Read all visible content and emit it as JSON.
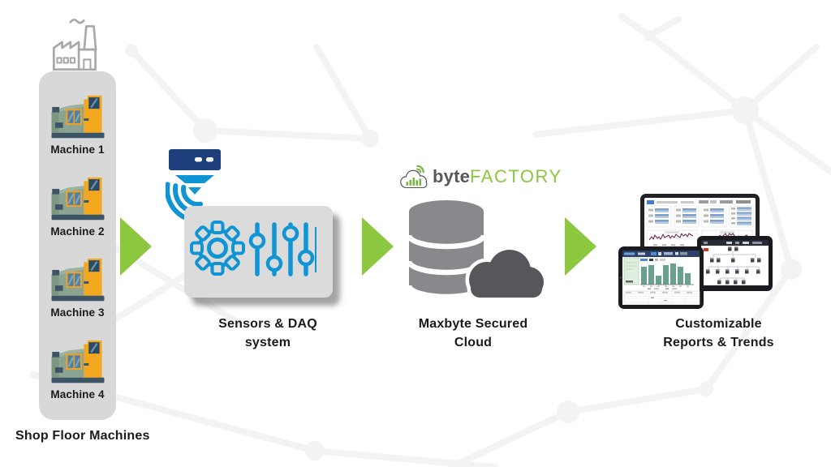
{
  "stage1": {
    "factory_icon": "factory-outline-icon",
    "machines": [
      "Machine 1",
      "Machine 2",
      "Machine 3",
      "Machine 4"
    ],
    "caption": "Shop Floor Machines"
  },
  "stage2": {
    "sensor_icon": "iot-gateway-sensor-icon",
    "panel_icon": "gear-and-sliders-panel-icon",
    "caption": "Sensors & DAQ\nsystem"
  },
  "stage3": {
    "logo": {
      "icon": "cloud-bars-signal-icon",
      "byte": "byte",
      "factory": "FACTORY"
    },
    "icons": [
      "database-cylinder-icon",
      "cloud-icon"
    ],
    "caption": "Maxbyte Secured\nCloud"
  },
  "stage4": {
    "devices": [
      "monitor-dashboard",
      "tablet-bar-chart",
      "tablet-machine-tree"
    ],
    "caption": "Customizable\nReports & Trends"
  },
  "arrows": {
    "count": 3,
    "direction": "right"
  },
  "colors": {
    "arrow_green": "#8dc63f",
    "logo_green": "#8cc63f",
    "logo_dark": "#57585a",
    "sensor_navy": "#1c3f7c",
    "sensor_blue": "#1095d4",
    "database_gray": "#87898c",
    "cloud_dark": "#56575b",
    "machine_column_gray": "#d8d8d8",
    "daq_panel_gray": "#dbdbdb",
    "text_dark": "#1b1b1b"
  }
}
